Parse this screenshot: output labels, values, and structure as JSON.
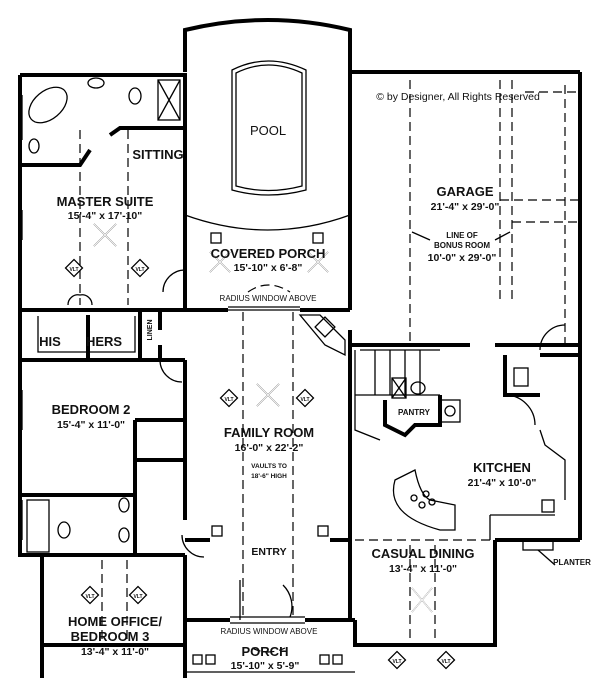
{
  "copyright": "© by Designer, All Rights Reserved",
  "rooms": {
    "pool": {
      "name": "POOL"
    },
    "sitting": {
      "name": "SITTING"
    },
    "master_suite": {
      "name": "MASTER SUITE",
      "dims": "15'-4\" x 17'-10\""
    },
    "covered_porch": {
      "name": "COVERED PORCH",
      "dims": "15'-10\" x 6'-8\"",
      "note": "RADIUS WINDOW ABOVE"
    },
    "garage": {
      "name": "GARAGE",
      "dims": "21'-4\" x 29'-0\""
    },
    "bonus_room": {
      "line1": "LINE OF",
      "line2": "BONUS ROOM",
      "dims": "10'-0\" x 29'-0\""
    },
    "his": {
      "name": "HIS"
    },
    "hers": {
      "name": "HERS"
    },
    "linen": {
      "name": "LINEN"
    },
    "bedroom2": {
      "name": "BEDROOM 2",
      "dims": "15'-4\" x 11'-0\""
    },
    "family_room": {
      "name": "FAMILY ROOM",
      "dims": "16'-0\" x 22'-2\"",
      "note1": "VAULTS TO",
      "note2": "18'-6\" HIGH"
    },
    "pantry": {
      "name": "PANTRY"
    },
    "kitchen": {
      "name": "KITCHEN",
      "dims": "21'-4\" x 10'-0\""
    },
    "entry": {
      "name": "ENTRY"
    },
    "casual_dining": {
      "name": "CASUAL DINING",
      "dims": "13'-4\" x 11'-0\""
    },
    "home_office": {
      "line1": "HOME OFFICE/",
      "line2": "BEDROOM 3",
      "dims": "13'-4\" x 11'-0\""
    },
    "porch": {
      "name": "PORCH",
      "dims": "15'-10\" x 5'-9\"",
      "note": "RADIUS WINDOW ABOVE"
    },
    "planter": {
      "name": "PLANTER"
    }
  },
  "vault_label": "VLT"
}
